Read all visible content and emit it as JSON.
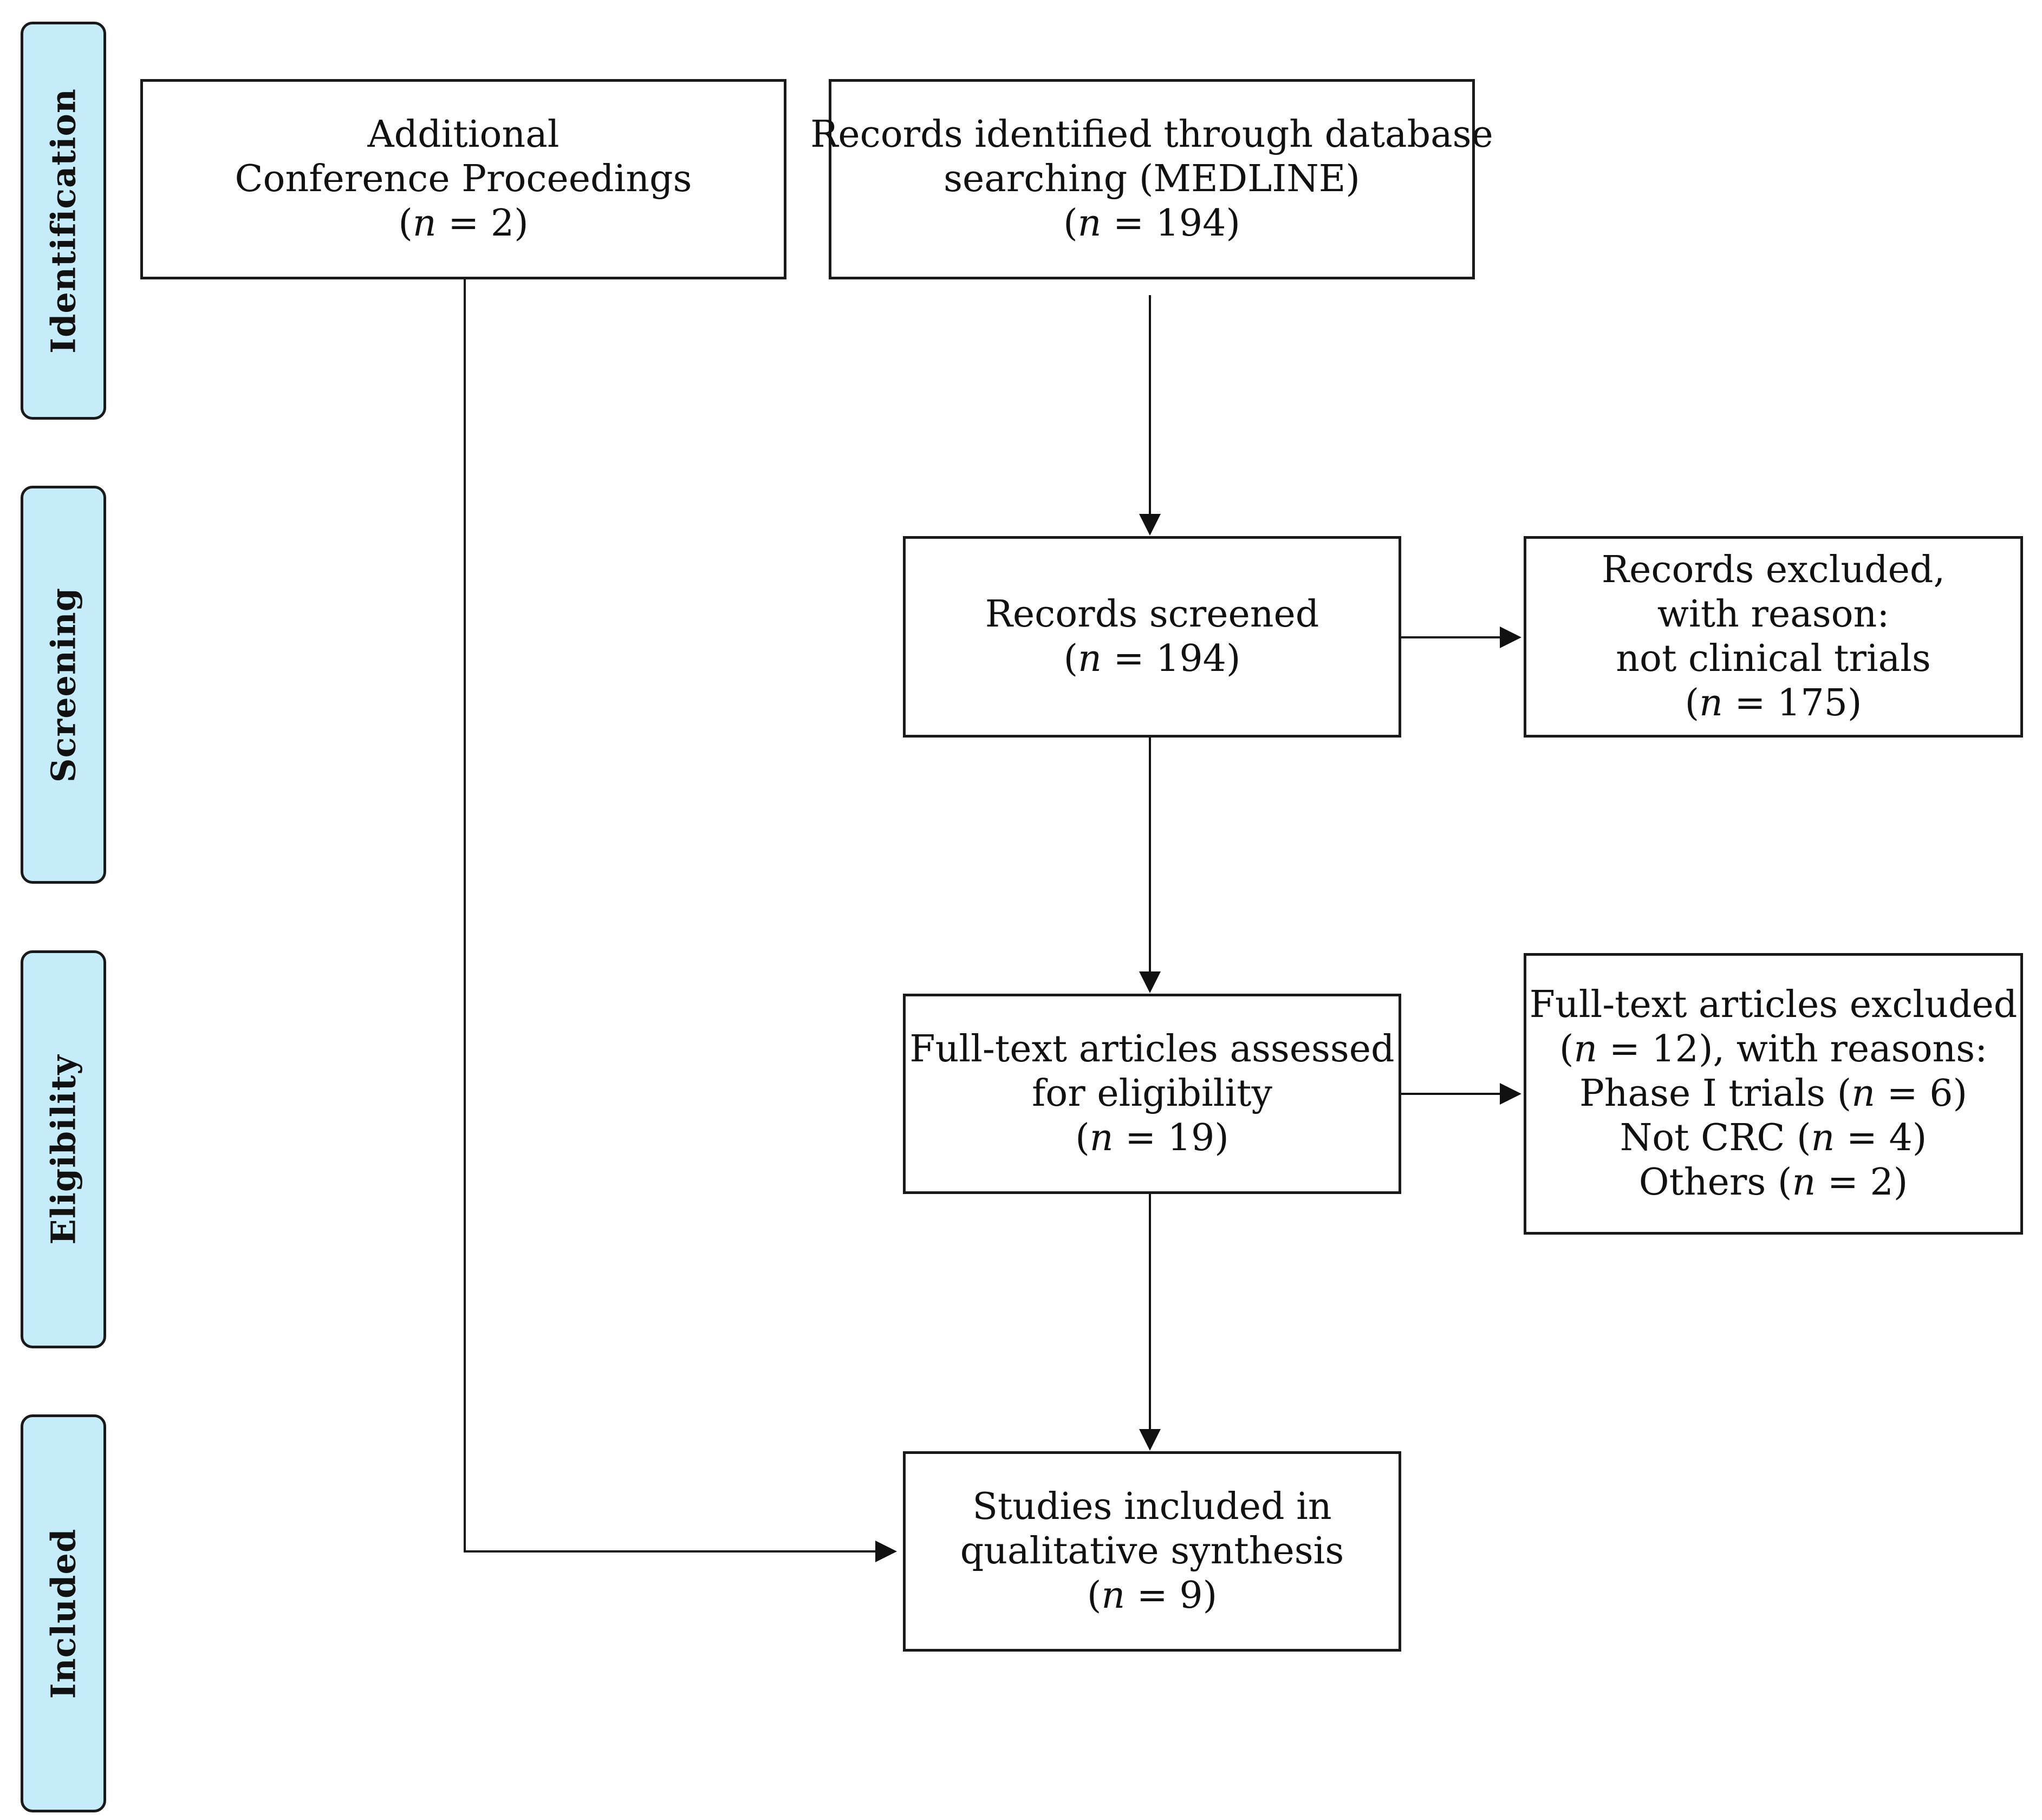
{
  "stages": [
    "Identification",
    "Screening",
    "Eligibility",
    "Included"
  ],
  "boxes": {
    "additional": {
      "lines": [
        "Additional",
        "Conference Proceedings"
      ],
      "n_prefix": "(",
      "n_var": "n",
      "n_value": " = 2)"
    },
    "database": {
      "lines": [
        "Records identified through database",
        "searching (MEDLINE)"
      ],
      "n_prefix": "(",
      "n_var": "n",
      "n_value": " = 194)"
    },
    "screened": {
      "lines": [
        "Records screened"
      ],
      "n_prefix": "(",
      "n_var": "n",
      "n_value": " = 194)"
    },
    "excluded": {
      "lines": [
        "Records excluded,",
        "with reason:",
        "not clinical trials"
      ],
      "n_prefix": "(",
      "n_var": "n",
      "n_value": " = 175)"
    },
    "fulltext": {
      "lines": [
        "Full-text articles assessed",
        "for eligibility"
      ],
      "n_prefix": "(",
      "n_var": "n",
      "n_value": " = 19)"
    },
    "fulltext_excluded": {
      "line1": "Full-text articles excluded",
      "line2_prefix": "(",
      "line2_var": "n",
      "line2_value": " = 12), with reasons:",
      "reasons": [
        {
          "text": "Phase I trials (",
          "var": "n",
          "value": " = 6)"
        },
        {
          "text": "Not CRC (",
          "var": "n",
          "value": " = 4)"
        },
        {
          "text": "Others (",
          "var": "n",
          "value": " = 2)"
        }
      ]
    },
    "included": {
      "lines": [
        "Studies included in",
        "qualitative synthesis"
      ],
      "n_prefix": "(",
      "n_var": "n",
      "n_value": " = 9)"
    }
  }
}
